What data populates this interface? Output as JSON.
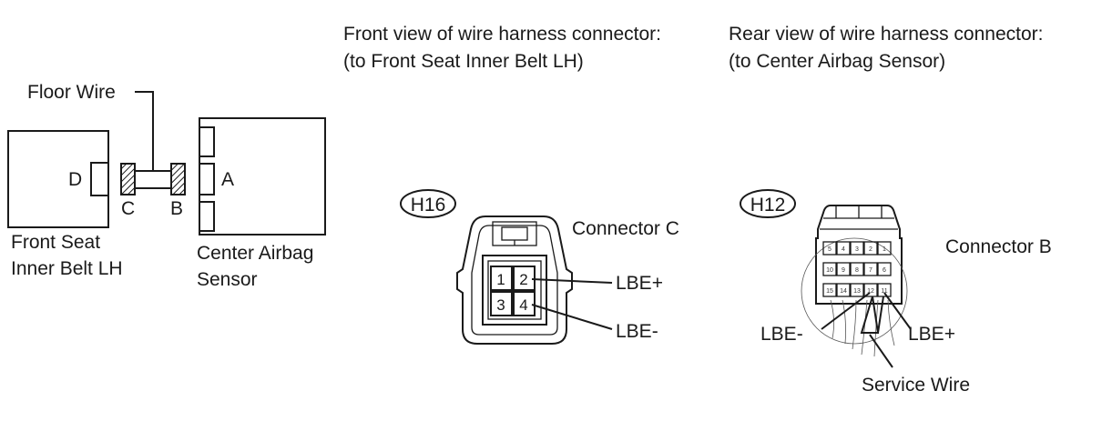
{
  "left_diagram": {
    "floor_wire_label": "Floor Wire",
    "connector_d_label": "D",
    "connector_c_label": "C",
    "connector_b_label": "B",
    "connector_a_label": "A",
    "front_seat_label_line1": "Front Seat",
    "front_seat_label_line2": "Inner Belt LH",
    "airbag_sensor_label_line1": "Center Airbag",
    "airbag_sensor_label_line2": "Sensor"
  },
  "front_view": {
    "heading_line1": "Front view of wire harness connector:",
    "heading_line2": "(to Front Seat Inner Belt LH)",
    "connector_code": "H16",
    "connector_name": "Connector C",
    "pins": [
      "1",
      "2",
      "3",
      "4"
    ],
    "terminal_plus": "LBE+",
    "terminal_minus": "LBE-"
  },
  "rear_view": {
    "heading_line1": "Rear view of wire harness connector:",
    "heading_line2": "(to Center Airbag Sensor)",
    "connector_code": "H12",
    "connector_name": "Connector B",
    "pin_rows": [
      [
        "5",
        "4",
        "3",
        "2",
        "1"
      ],
      [
        "10",
        "9",
        "8",
        "7",
        "6"
      ],
      [
        "15",
        "14",
        "13",
        "12",
        "11"
      ]
    ],
    "terminal_minus": "LBE-",
    "terminal_plus": "LBE+",
    "service_wire_label": "Service Wire"
  }
}
